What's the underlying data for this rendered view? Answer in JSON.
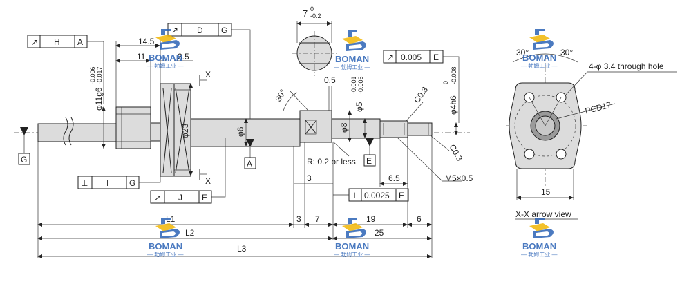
{
  "colors": {
    "line": "#222222",
    "body": "#dcdcdc",
    "logo_blue": "#2c63b6",
    "logo_yellow": "#f2b705"
  },
  "logo": {
    "brand": "BOMAN",
    "sub": "— 勃姆工业 —"
  },
  "tolerance_frames": {
    "h": {
      "symbol": "↗",
      "value": "H",
      "datum": "A"
    },
    "d": {
      "symbol": "↗",
      "value": "D",
      "datum": "G"
    },
    "tip": {
      "symbol": "↗",
      "value": "0.005",
      "datum": "E"
    },
    "i": {
      "symbol": "⊥",
      "value": "I",
      "datum": "G"
    },
    "j": {
      "symbol": "↗",
      "value": "J",
      "datum": "E"
    },
    "perp": {
      "symbol": "⊥",
      "value": "0.0025",
      "datum": "E"
    }
  },
  "datums": {
    "g": "G",
    "a": "A",
    "e": "E"
  },
  "section_marks": {
    "top": "X",
    "bottom": "X"
  },
  "dims": {
    "d145": "14.5",
    "d11": "11",
    "d35": "3.5",
    "flange_dia": "φ11g6",
    "flange_tol_upper": "-0.006",
    "flange_tol_lower": "-0.017",
    "phi23": "φ23",
    "phi6": "φ6",
    "key_width": "7",
    "key_tol_upper": "0",
    "key_tol_lower": "-0.2",
    "d05": "0.5",
    "angle30": "30°",
    "phi5": "φ5",
    "phi5_tol_upper": "-0.001",
    "phi5_tol_lower": "-0.006",
    "phi8": "φ8",
    "c03a": "C0.3",
    "c03b": "C0.3",
    "phi4": "φ4h6",
    "phi4_tol_upper": "0",
    "phi4_tol_lower": "-0.008",
    "r_note": "R: 0.2 or less",
    "d3a": "3",
    "d65": "6.5",
    "thread": "M5×0.5",
    "d3b": "3",
    "d7": "7",
    "d19": "19",
    "d6": "6",
    "d25": "25",
    "l1": "L1",
    "l2": "L2",
    "l3": "L3"
  },
  "side_view": {
    "angle_left": "30°",
    "angle_right": "30°",
    "holes_note": "4-φ 3.4 through hole",
    "pcd": "PCD17",
    "width": "15",
    "caption": "X-X arrow view"
  }
}
